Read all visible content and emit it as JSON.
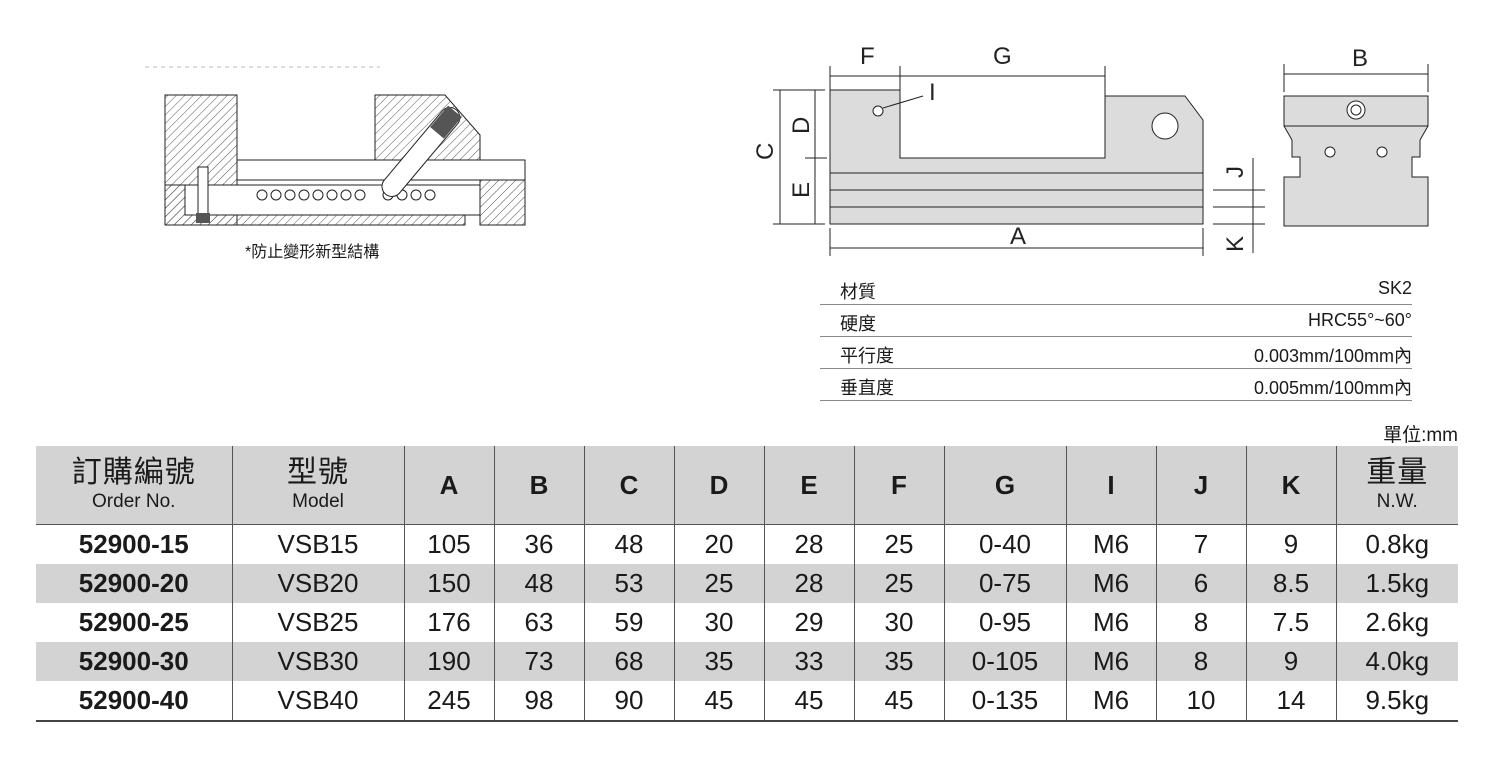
{
  "caption": "*防止變形新型結構",
  "dims": {
    "A": "A",
    "B": "B",
    "C": "C",
    "D": "D",
    "E": "E",
    "F": "F",
    "G": "G",
    "I": "I",
    "J": "J",
    "K": "K"
  },
  "specs": [
    {
      "label": "材質",
      "value": "SK2"
    },
    {
      "label": "硬度",
      "value": "HRC55°~60°"
    },
    {
      "label": "平行度",
      "value": "0.003mm/100mm內"
    },
    {
      "label": "垂直度",
      "value": "0.005mm/100mm內"
    }
  ],
  "unit": "單位:mm",
  "table": {
    "headers": {
      "order_zh": "訂購編號",
      "order_en": "Order No.",
      "model_zh": "型號",
      "model_en": "Model",
      "A": "A",
      "B": "B",
      "C": "C",
      "D": "D",
      "E": "E",
      "F": "F",
      "G": "G",
      "I": "I",
      "J": "J",
      "K": "K",
      "nw_zh": "重量",
      "nw_en": "N.W."
    },
    "rows": [
      [
        "52900-15",
        "VSB15",
        "105",
        "36",
        "48",
        "20",
        "28",
        "25",
        "0-40",
        "M6",
        "7",
        "9",
        "0.8kg"
      ],
      [
        "52900-20",
        "VSB20",
        "150",
        "48",
        "53",
        "25",
        "28",
        "25",
        "0-75",
        "M6",
        "6",
        "8.5",
        "1.5kg"
      ],
      [
        "52900-25",
        "VSB25",
        "176",
        "63",
        "59",
        "30",
        "29",
        "30",
        "0-95",
        "M6",
        "8",
        "7.5",
        "2.6kg"
      ],
      [
        "52900-30",
        "VSB30",
        "190",
        "73",
        "68",
        "35",
        "33",
        "35",
        "0-105",
        "M6",
        "8",
        "9",
        "4.0kg"
      ],
      [
        "52900-40",
        "VSB40",
        "245",
        "98",
        "90",
        "45",
        "45",
        "45",
        "0-135",
        "M6",
        "10",
        "14",
        "9.5kg"
      ]
    ]
  },
  "colors": {
    "header_bg": "#d3d3d3",
    "alt_row_bg": "#d3d3d3",
    "part_fill": "#dcdcdc"
  }
}
